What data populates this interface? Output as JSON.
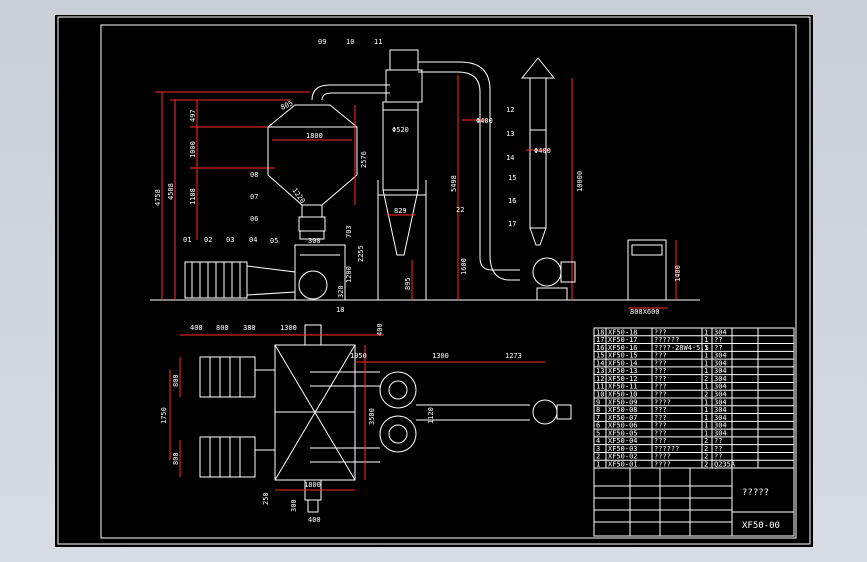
{
  "drawing": {
    "title_block": {
      "name": "?????",
      "code": "XF50-00"
    },
    "elevation_dims": {
      "d4758": "4758",
      "d4508": "4508",
      "d497": "497",
      "d1000": "1000",
      "d1108": "1108",
      "d805": "805",
      "d1800": "1800",
      "d2576": "2576",
      "d1220": "1220",
      "d300": "300",
      "d703": "703",
      "d2255": "2255",
      "d1200": "1200",
      "d320": "320",
      "d520": "Φ520",
      "d829": "829",
      "d895": "895",
      "d5498": "5498",
      "d400": "Φ400",
      "d1600": "1600",
      "d400b": "Φ400",
      "d10000": "10000",
      "d1400": "1400",
      "d800x600": "800X600"
    },
    "plan_dims": {
      "d400a": "400",
      "d800a": "800",
      "d380": "380",
      "d1300a": "1300",
      "d400r": "400",
      "d1950": "1950",
      "d1300b": "1300",
      "d1273": "1273",
      "d800b": "800",
      "d1750": "1750",
      "d800c": "800",
      "d3500": "3500",
      "d1120": "1120",
      "d1800b": "1800",
      "d250": "250",
      "d300b": "300",
      "d400c": "400"
    },
    "callouts": [
      "09",
      "10",
      "11",
      "12",
      "13",
      "14",
      "15",
      "16",
      "17",
      "22",
      "08",
      "07",
      "06",
      "05",
      "01",
      "02",
      "03",
      "04",
      "18"
    ],
    "bom": [
      {
        "no": "18",
        "code": "XF50-18",
        "name": "???",
        "qty": "1",
        "mat": "304"
      },
      {
        "no": "17",
        "code": "XF50-17",
        "name": "??????",
        "qty": "1",
        "mat": "??"
      },
      {
        "no": "16",
        "code": "XF50-16",
        "name": "????-28W4-5.5",
        "qty": "1",
        "mat": "??"
      },
      {
        "no": "15",
        "code": "XF50-15",
        "name": "???",
        "qty": "1",
        "mat": "304"
      },
      {
        "no": "14",
        "code": "XF50-14",
        "name": "???",
        "qty": "1",
        "mat": "304"
      },
      {
        "no": "13",
        "code": "XF50-13",
        "name": "???",
        "qty": "1",
        "mat": "304"
      },
      {
        "no": "12",
        "code": "XF50-12",
        "name": "???",
        "qty": "2",
        "mat": "304"
      },
      {
        "no": "11",
        "code": "XF50-11",
        "name": "???",
        "qty": "1",
        "mat": "304"
      },
      {
        "no": "10",
        "code": "XF50-10",
        "name": "???",
        "qty": "2",
        "mat": "304"
      },
      {
        "no": "9",
        "code": "XF50-09",
        "name": "????",
        "qty": "1",
        "mat": "304"
      },
      {
        "no": "8",
        "code": "XF50-08",
        "name": "???",
        "qty": "1",
        "mat": "304"
      },
      {
        "no": "7",
        "code": "XF50-07",
        "name": "???",
        "qty": "1",
        "mat": "304"
      },
      {
        "no": "6",
        "code": "XF50-06",
        "name": "???",
        "qty": "1",
        "mat": "304"
      },
      {
        "no": "5",
        "code": "XF50-05",
        "name": "???",
        "qty": "1",
        "mat": "304"
      },
      {
        "no": "4",
        "code": "XF50-04",
        "name": "???",
        "qty": "2",
        "mat": "??"
      },
      {
        "no": "3",
        "code": "XF50-03",
        "name": "??????",
        "qty": "2",
        "mat": "??"
      },
      {
        "no": "2",
        "code": "XF50-02",
        "name": "????",
        "qty": "2",
        "mat": "??"
      },
      {
        "no": "1",
        "code": "XF50-01",
        "name": "????",
        "qty": "2",
        "mat": "Q235A"
      }
    ]
  }
}
